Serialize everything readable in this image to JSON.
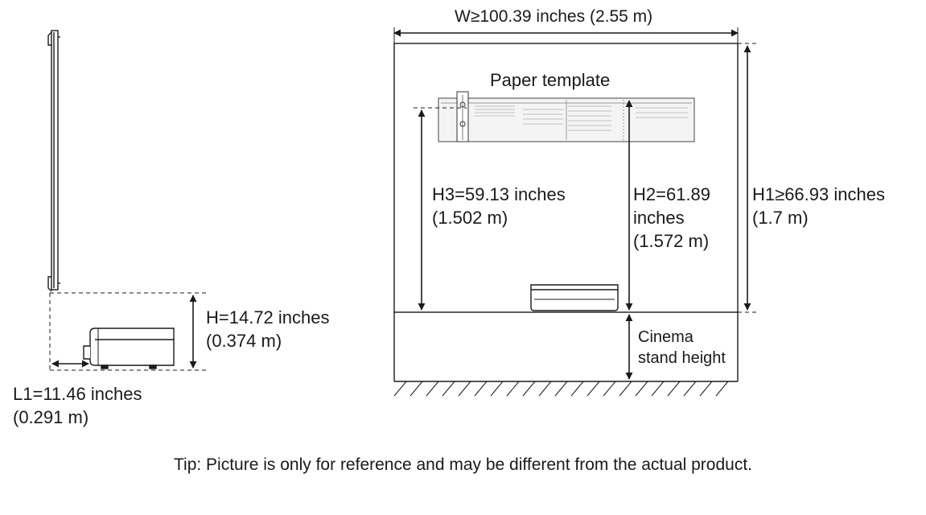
{
  "side_view": {
    "h_label": "H=14.72 inches",
    "h_label_metric": "(0.374 m)",
    "l1_label": "L1=11.46 inches",
    "l1_label_metric": "(0.291 m)"
  },
  "front_view": {
    "width_label": "W≥100.39 inches (2.55 m)",
    "paper_template_label": "Paper template",
    "h3_line1": "H3=59.13 inches",
    "h3_line2": "(1.502 m)",
    "h2_line1": "H2=61.89",
    "h2_line2": "inches",
    "h2_line3": "(1.572 m)",
    "h1_line1": "H1≥66.93 inches",
    "h1_line2": "(1.7 m)",
    "stand_line1": "Cinema",
    "stand_line2": "stand height"
  },
  "tip": "Tip: Picture is only for reference and may be different from the actual product."
}
